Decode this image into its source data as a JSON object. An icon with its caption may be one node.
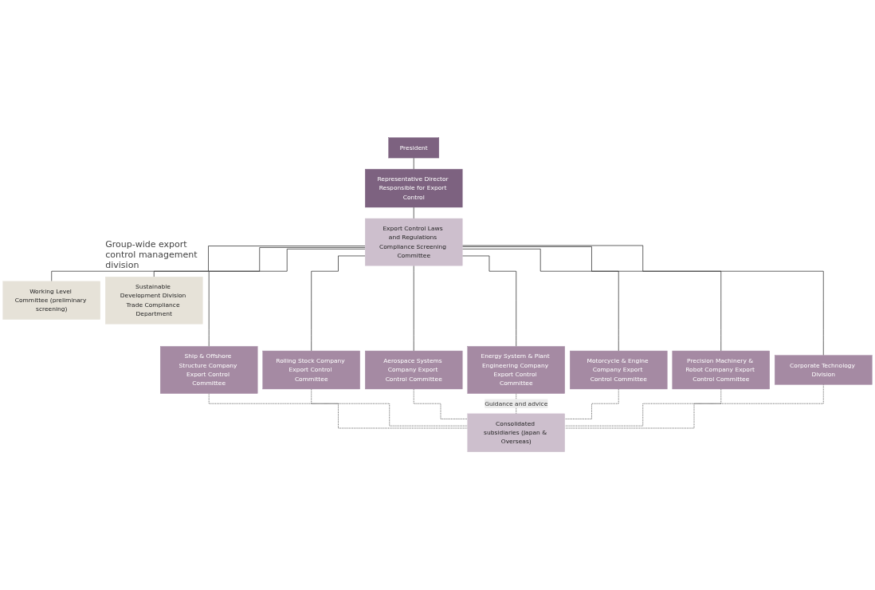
{
  "diagram": {
    "nodes": [
      {
        "text": [
          "President"
        ]
      },
      {
        "text": [
          "Representative Director Responsible for Export Control"
        ]
      },
      {
        "text": [
          "Export Control Laws and Regulations Compliance Screening Committee"
        ]
      },
      {
        "text": [
          "Working Level Committee (preliminary screening)"
        ]
      },
      {
        "text": [
          "Sustainable Development Division Trade Compliance Department"
        ],
        "beside": [
          "Group-wide export control management division"
        ]
      },
      {
        "text": [
          "Ship & Offshore Structure Company Export Control Committee"
        ]
      },
      {
        "text": [
          "Rolling Stock Company Export Control Committee"
        ]
      },
      {
        "text": [
          "Aerospace Systems Company Export Control Committee"
        ]
      },
      {
        "text": [
          "Energy System & Plant Engineering Company Export Control Committee"
        ]
      },
      {
        "text": [
          "Motorcycle & Engine Company Export Control Committee"
        ]
      },
      {
        "text": [
          "Precision Machinery & Robot Company Export Control Committee"
        ]
      },
      {
        "text": [
          "Corporate Technology Division"
        ]
      },
      {
        "text": [
          "Consolidated subsidiaries (Japan & Overseas)"
        ]
      }
    ],
    "edges": [
      {
        "from": 0,
        "to": 1,
        "arrow": "none"
      },
      {
        "from": 1,
        "to": 2,
        "arrow": "none"
      },
      {
        "from": 2,
        "to": 3,
        "arrow": "none"
      },
      {
        "from": 2,
        "to": 4,
        "arrow": "none"
      },
      {
        "from": 2,
        "to": 5,
        "arrow": "none"
      },
      {
        "from": 2,
        "to": 6,
        "arrow": "none"
      },
      {
        "from": 2,
        "to": 7,
        "arrow": "none"
      },
      {
        "from": 2,
        "to": 8,
        "arrow": "none"
      },
      {
        "from": 2,
        "to": 9,
        "arrow": "none"
      },
      {
        "from": 2,
        "to": 10,
        "arrow": "none"
      },
      {
        "from": 2,
        "to": 11,
        "arrow": "none"
      },
      {
        "from": 5,
        "to": 12,
        "arrow": "none",
        "style": "dashed"
      },
      {
        "from": 6,
        "to": 12,
        "arrow": "none",
        "style": "dashed"
      },
      {
        "from": 7,
        "to": 12,
        "arrow": "none",
        "style": "dashed"
      },
      {
        "from": 8,
        "to": 12,
        "arrow": "none",
        "style": "dashed",
        "label": "Guidance and advice"
      },
      {
        "from": 9,
        "to": 12,
        "arrow": "none",
        "style": "dashed"
      },
      {
        "from": 10,
        "to": 12,
        "arrow": "none",
        "style": "dashed"
      },
      {
        "from": 11,
        "to": 12,
        "arrow": "none",
        "style": "dashed"
      }
    ]
  }
}
